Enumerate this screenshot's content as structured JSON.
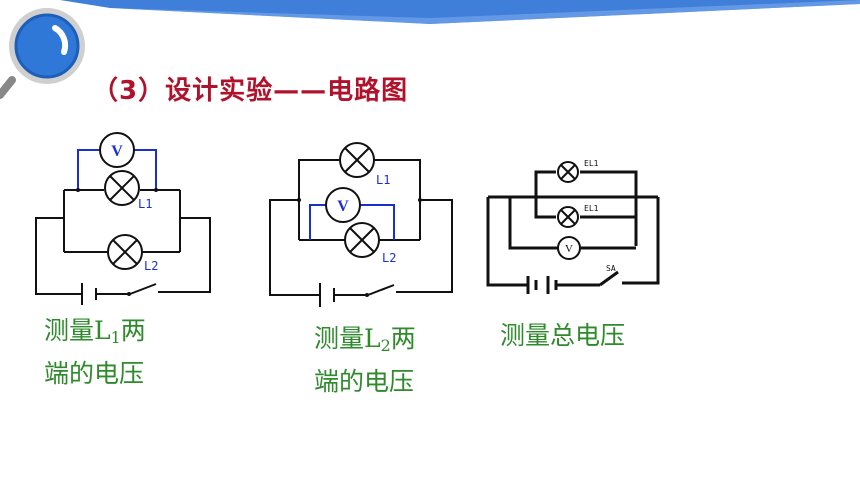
{
  "title": "（3）设计实验——电路图",
  "colors": {
    "title": "#b0122c",
    "caption": "#2f8a2c",
    "top_band": "#3f7fd9",
    "wire_blue": "#1a2fd0",
    "wire_black": "#111111"
  },
  "circuits": [
    {
      "labels": {
        "meter": "V",
        "lamp1": "L1",
        "lamp2": "L2"
      },
      "caption": {
        "pre": "测量L",
        "sub": "1",
        "post": "两",
        "line2": "端的电压"
      }
    },
    {
      "labels": {
        "meter": "V",
        "lamp1": "L1",
        "lamp2": "L2"
      },
      "caption": {
        "pre": "测量L",
        "sub": "2",
        "post": "两",
        "line2": "端的电压"
      }
    },
    {
      "labels": {
        "meter": "V",
        "lamp1": "EL1",
        "lamp2": "EL1",
        "switch": "SA"
      },
      "caption": {
        "line1": "测量总电压"
      }
    }
  ]
}
